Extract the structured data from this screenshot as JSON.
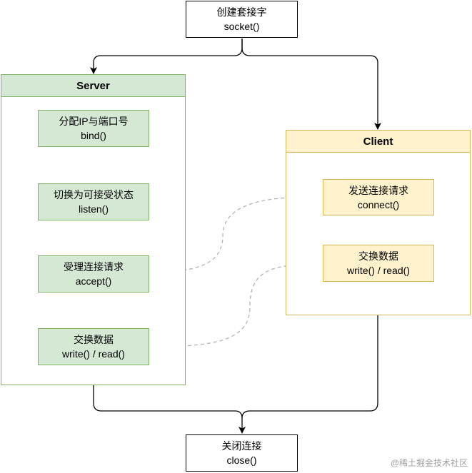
{
  "socket_box": {
    "line1": "创建套接字",
    "line2": "socket()"
  },
  "server": {
    "title": "Server",
    "bind": {
      "line1": "分配IP与端口号",
      "line2": "bind()"
    },
    "listen": {
      "line1": "切换为可接受状态",
      "line2": "listen()"
    },
    "accept": {
      "line1": "受理连接请求",
      "line2": "accept()"
    },
    "exchange": {
      "line1": "交换数据",
      "line2": "write() / read()"
    }
  },
  "client": {
    "title": "Client",
    "connect": {
      "line1": "发送连接请求",
      "line2": "connect()"
    },
    "exchange": {
      "line1": "交换数据",
      "line2": "write() / read()"
    }
  },
  "close_box": {
    "line1": "关闭连接",
    "line2": "close()"
  },
  "watermark": "@稀土掘金技术社区",
  "colors": {
    "server_fill": "#d5e8d4",
    "server_stroke": "#82b366",
    "client_fill": "#fff2cc",
    "client_stroke": "#d6b656",
    "connector": "#000000",
    "dashed_connector": "#b3b3b3"
  }
}
